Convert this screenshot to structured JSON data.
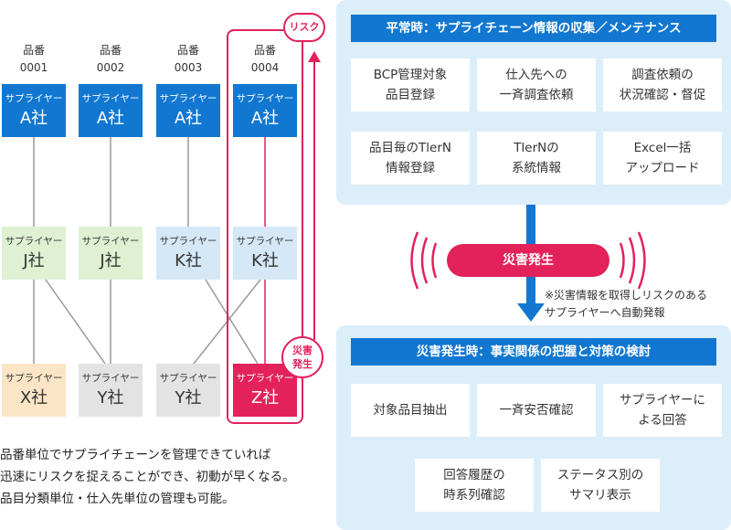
{
  "left": {
    "column_heads": [
      {
        "label": "品番",
        "code": "0001"
      },
      {
        "label": "品番",
        "code": "0002"
      },
      {
        "label": "品番",
        "code": "0003"
      },
      {
        "label": "品番",
        "code": "0004"
      }
    ],
    "row_a": [
      {
        "sub": "サプライヤー",
        "name": "A社"
      },
      {
        "sub": "サプライヤー",
        "name": "A社"
      },
      {
        "sub": "サプライヤー",
        "name": "A社"
      },
      {
        "sub": "サプライヤー",
        "name": "A社"
      }
    ],
    "row_b": [
      {
        "sub": "サプライヤー",
        "name": "J社"
      },
      {
        "sub": "サプライヤー",
        "name": "J社"
      },
      {
        "sub": "サプライヤー",
        "name": "K社"
      },
      {
        "sub": "サプライヤー",
        "name": "K社"
      }
    ],
    "row_c": [
      {
        "sub": "サプライヤー",
        "name": "X社"
      },
      {
        "sub": "サプライヤー",
        "name": "Y社"
      },
      {
        "sub": "サプライヤー",
        "name": "Y社"
      },
      {
        "sub": "サプライヤー",
        "name": "Z社"
      }
    ],
    "risk_label": "リスク",
    "disaster_badge_line1": "災害",
    "disaster_badge_line2": "発生",
    "description": [
      "品番単位でサプライチェーンを管理できていれば",
      "迅速にリスクを捉えることができ、初動が早くなる。",
      "品目分類単位・仕入先単位の管理も可能。"
    ]
  },
  "normal_panel": {
    "title": "平常時：サプライチェーン情報の収集／メンテナンス",
    "tiles": [
      "BCP管理対象\n品目登録",
      "仕入先への\n一斉調査依頼",
      "調査依頼の\n状況確認・督促",
      "品目毎のTlerN\n情報登録",
      "TlerNの\n系統情報",
      "Excel一括\nアップロード"
    ]
  },
  "middle": {
    "disaster": "災害発生",
    "note_line1": "※災害情報を取得しリスクのある",
    "note_line2": "サプライヤーへ自動発報"
  },
  "disaster_panel": {
    "title": "災害発生時：事実関係の把握と対策の検討",
    "tiles": [
      "対象品目抽出",
      "一斉安否確認",
      "サプライヤーに\nよる回答",
      "回答履歴の\n時系列確認",
      "ステータス別の\nサマリ表示"
    ]
  },
  "colors": {
    "blue": "#1177d0",
    "light_blue": "#d4e8f7",
    "green": "#dff0d3",
    "orange": "#fbe5c6",
    "grey": "#e3e3e3",
    "risk_red": "#e3215b",
    "panel_bg": "#dbeef9"
  }
}
